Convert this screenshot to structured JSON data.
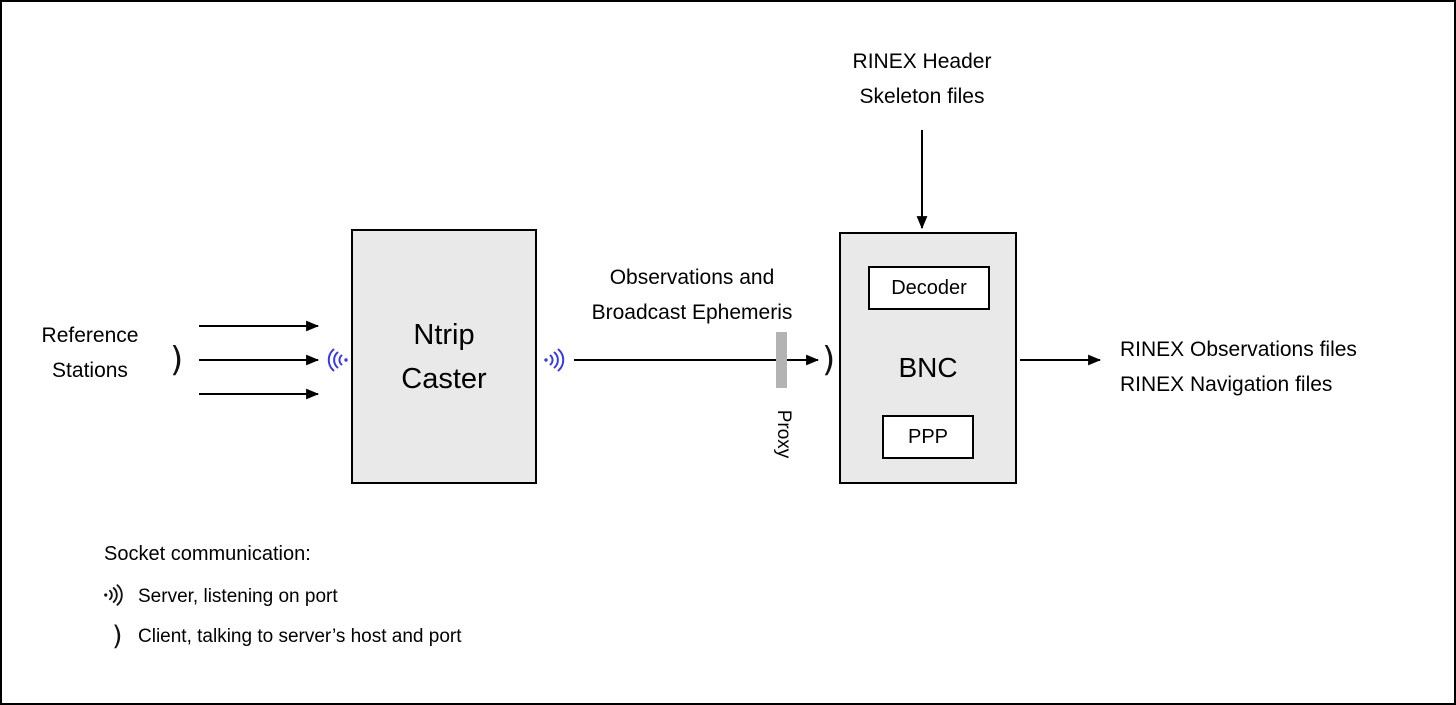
{
  "diagram": {
    "reference_stations": {
      "line1": "Reference",
      "line2": "Stations"
    },
    "ntrip_caster": {
      "line1": "Ntrip",
      "line2": "Caster"
    },
    "flow_label": {
      "line1": "Observations and",
      "line2": "Broadcast Ephemeris"
    },
    "proxy": {
      "label": "Proxy"
    },
    "rinex_header": {
      "line1": "RINEX Header",
      "line2": "Skeleton files"
    },
    "bnc": {
      "title": "BNC",
      "decoder_label": "Decoder",
      "ppp_label": "PPP"
    },
    "output": {
      "line1": "RINEX Observations files",
      "line2": "RINEX Navigation files"
    },
    "legend": {
      "title": "Socket communication:",
      "server_item": "Server, listening on port",
      "client_item": "Client, talking to server’s host and port"
    },
    "icons": {
      "client_bracket": ")",
      "server_socket": "radio-waves-icon"
    },
    "colors": {
      "box_fill": "#e9e9e9",
      "border": "#000000",
      "signal_blue": "#3d3dcc",
      "proxy_gray": "#b3b3b3"
    }
  }
}
